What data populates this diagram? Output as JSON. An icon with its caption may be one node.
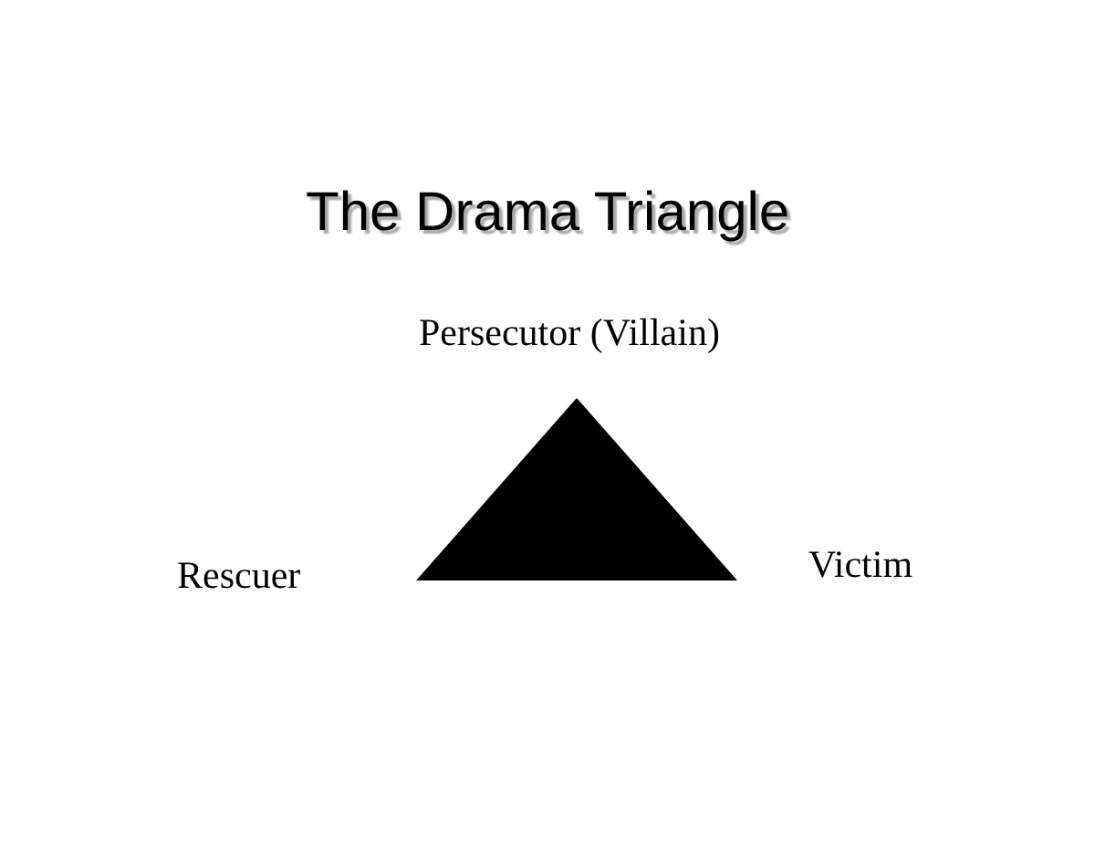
{
  "diagram": {
    "title": "The Drama Triangle",
    "labels": [
      "Persecutor (Villain)",
      "Rescuer",
      "Victim"
    ]
  }
}
